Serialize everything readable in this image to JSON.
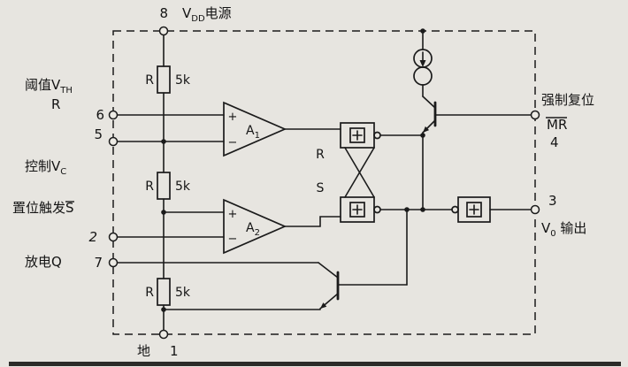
{
  "colors": {
    "paper": "#e7e5e0",
    "ink": "#1b1b1b"
  },
  "pins": {
    "p8": {
      "num": "8",
      "label_pre": "V",
      "label_sub": "DD",
      "label_post": "电源"
    },
    "p6": {
      "num": "6"
    },
    "p5": {
      "num": "5"
    },
    "p2": {
      "num": "2"
    },
    "p7": {
      "num": "7"
    },
    "p1": {
      "num": "1"
    },
    "p4": {
      "num": "4"
    },
    "p3": {
      "num": "3"
    }
  },
  "labels": {
    "threshold_pre": "阈值V",
    "threshold_sub": "TH",
    "threshold_r": "R",
    "control_pre": "控制V",
    "control_sub": "C",
    "trigger_pre": "置位触发",
    "trigger_sym": "S",
    "discharge": "放电Q",
    "ground": "地",
    "force_reset": "强制复位",
    "force_reset_sym": "MR",
    "output_pre": "V",
    "output_sub": "0",
    "output_post": " 输出"
  },
  "components": {
    "r1_name": "R",
    "r1_value": "5k",
    "r2_name": "R",
    "r2_value": "5k",
    "r3_name": "R",
    "r3_value": "5k",
    "a1_pre": "A",
    "a1_sub": "1",
    "a2_pre": "A",
    "a2_sub": "2",
    "plus": "+",
    "minus": "−",
    "ff_r": "R",
    "ff_s": "S"
  }
}
